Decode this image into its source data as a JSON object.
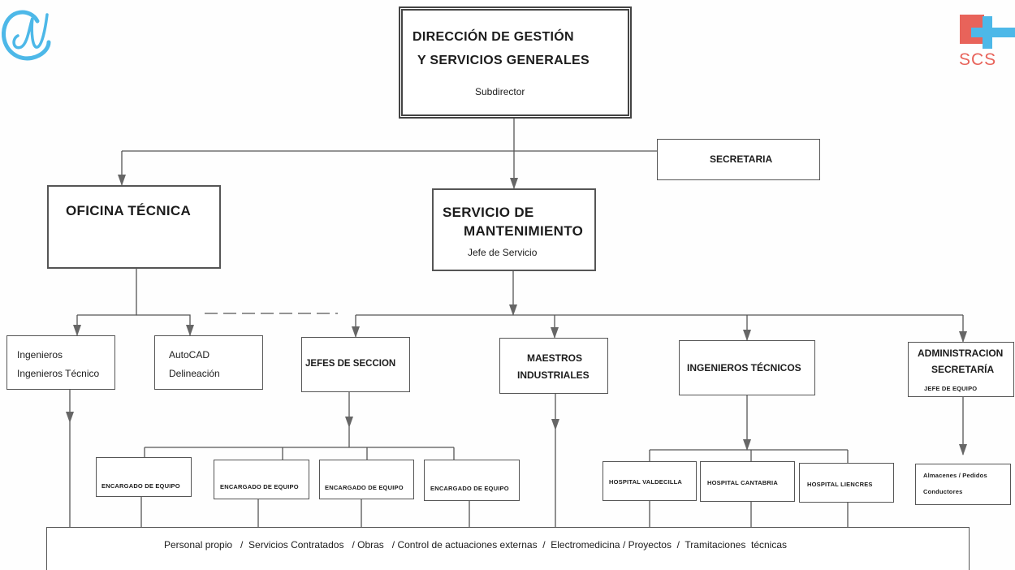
{
  "org_chart": {
    "top": {
      "title_line1": "DIRECCIÓN DE GESTIÓN",
      "title_line2": "Y SERVICIOS GENERALES",
      "role": "Subdirector"
    },
    "secretaria": "SECRETARIA",
    "oficina_tecnica": {
      "title": "OFICINA TÉCNICA"
    },
    "servicio_mantenimiento": {
      "title_line1": "SERVICIO DE",
      "title_line2": "MANTENIMIENTO",
      "role": "Jefe de Servicio"
    },
    "ingenieros": {
      "line1": "Ingenieros",
      "line2": "Ingenieros Técnico"
    },
    "autocad": {
      "line1": "AutoCAD",
      "line2": "Delineación"
    },
    "jefes_seccion": "JEFES DE SECCION",
    "maestros": {
      "line1": "MAESTROS",
      "line2": "INDUSTRIALES"
    },
    "ingenieros_tecnicos": "INGENIEROS TÉCNICOS",
    "administracion": {
      "line1": "ADMINISTRACION",
      "line2": "SECRETARÍA",
      "role": "JEFE DE EQUIPO"
    },
    "encargados": [
      "ENCARGADO DE EQUIPO",
      "ENCARGADO DE EQUIPO",
      "ENCARGADO DE EQUIPO",
      "ENCARGADO DE EQUIPO"
    ],
    "hospitales": [
      "HOSPITAL VALDECILLA",
      "HOSPITAL CANTABRIA",
      "HOSPITAL LIENCRES"
    ],
    "almacenes": {
      "line1": "Almacenes  / Pedidos",
      "line2": "Conductores"
    },
    "bottom_bar": "Personal propio   /  Servicios Contratados   / Obras   / Control de actuaciones externas  /  Electromedicina / Proyectos  /  Tramitaciones  técnicas"
  },
  "logos": {
    "left": {
      "icon": "signature-circle-logo"
    },
    "right": {
      "text": "SCS",
      "icon": "health-cross-logo"
    }
  },
  "colors": {
    "line": "#555555",
    "arrow": "#666666",
    "logo_blue": "#4db8e8",
    "logo_red": "#e8635a"
  }
}
